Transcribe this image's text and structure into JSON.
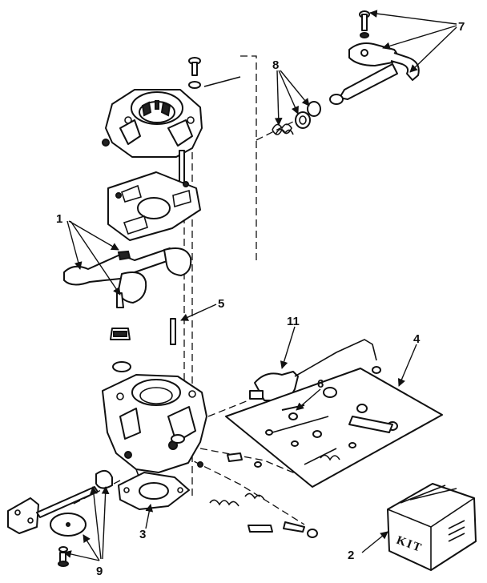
{
  "diagram": {
    "callouts": [
      {
        "id": "c1",
        "label": "1"
      },
      {
        "id": "c2",
        "label": "2"
      },
      {
        "id": "c3",
        "label": "3"
      },
      {
        "id": "c4",
        "label": "4"
      },
      {
        "id": "c5",
        "label": "5"
      },
      {
        "id": "c6",
        "label": "6"
      },
      {
        "id": "c7",
        "label": "7"
      },
      {
        "id": "c8",
        "label": "8"
      },
      {
        "id": "c9",
        "label": "9"
      },
      {
        "id": "c11",
        "label": "11"
      }
    ],
    "kit_label": "KIT"
  }
}
